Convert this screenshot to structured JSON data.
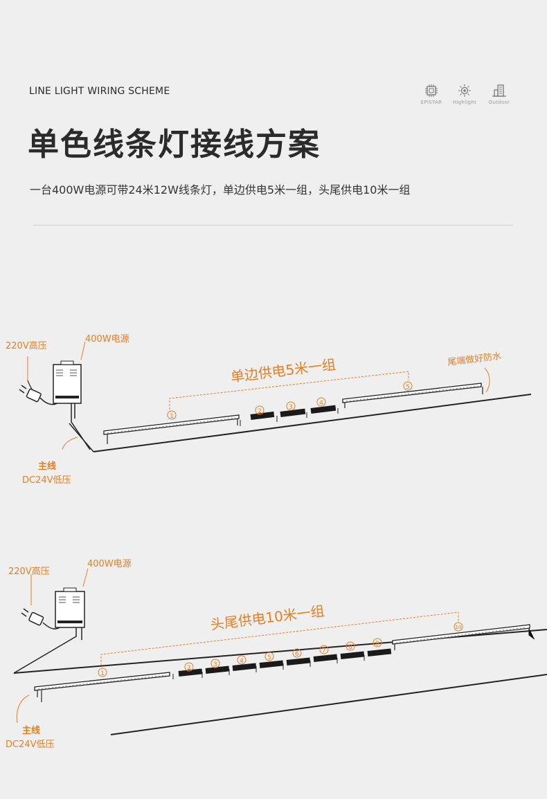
{
  "header": {
    "subtitle_en": "LINE LIGHT WIRING SCHEME",
    "title": "单色线条灯接线方案",
    "description": "一台400W电源可带24米12W线条灯，单边供电5米一组，头尾供电10米一组"
  },
  "badges": [
    {
      "icon": "chip-icon",
      "label": "EPISTAR"
    },
    {
      "icon": "sun-icon",
      "label": "Highlight"
    },
    {
      "icon": "building-icon",
      "label": "Outdoor"
    }
  ],
  "diagram1": {
    "high_voltage": "220V高压",
    "power_supply": "400W电源",
    "group_label": "单边供电5米一组",
    "tail_label": "尾端做好防水",
    "main_line": "主线",
    "low_voltage": "DC24V低压",
    "numbers": [
      "①",
      "②",
      "③",
      "④",
      "⑤"
    ]
  },
  "diagram2": {
    "high_voltage": "220V高压",
    "power_supply": "400W电源",
    "group_label": "头尾供电10米一组",
    "main_line": "主线",
    "low_voltage": "DC24V低压",
    "numbers": [
      "①",
      "②",
      "③",
      "④",
      "⑤",
      "⑥",
      "⑦",
      "⑧",
      "⑨",
      "⑩"
    ]
  },
  "colors": {
    "accent": "#e67e22",
    "text": "#2a2a2a",
    "background": "#efefef"
  }
}
